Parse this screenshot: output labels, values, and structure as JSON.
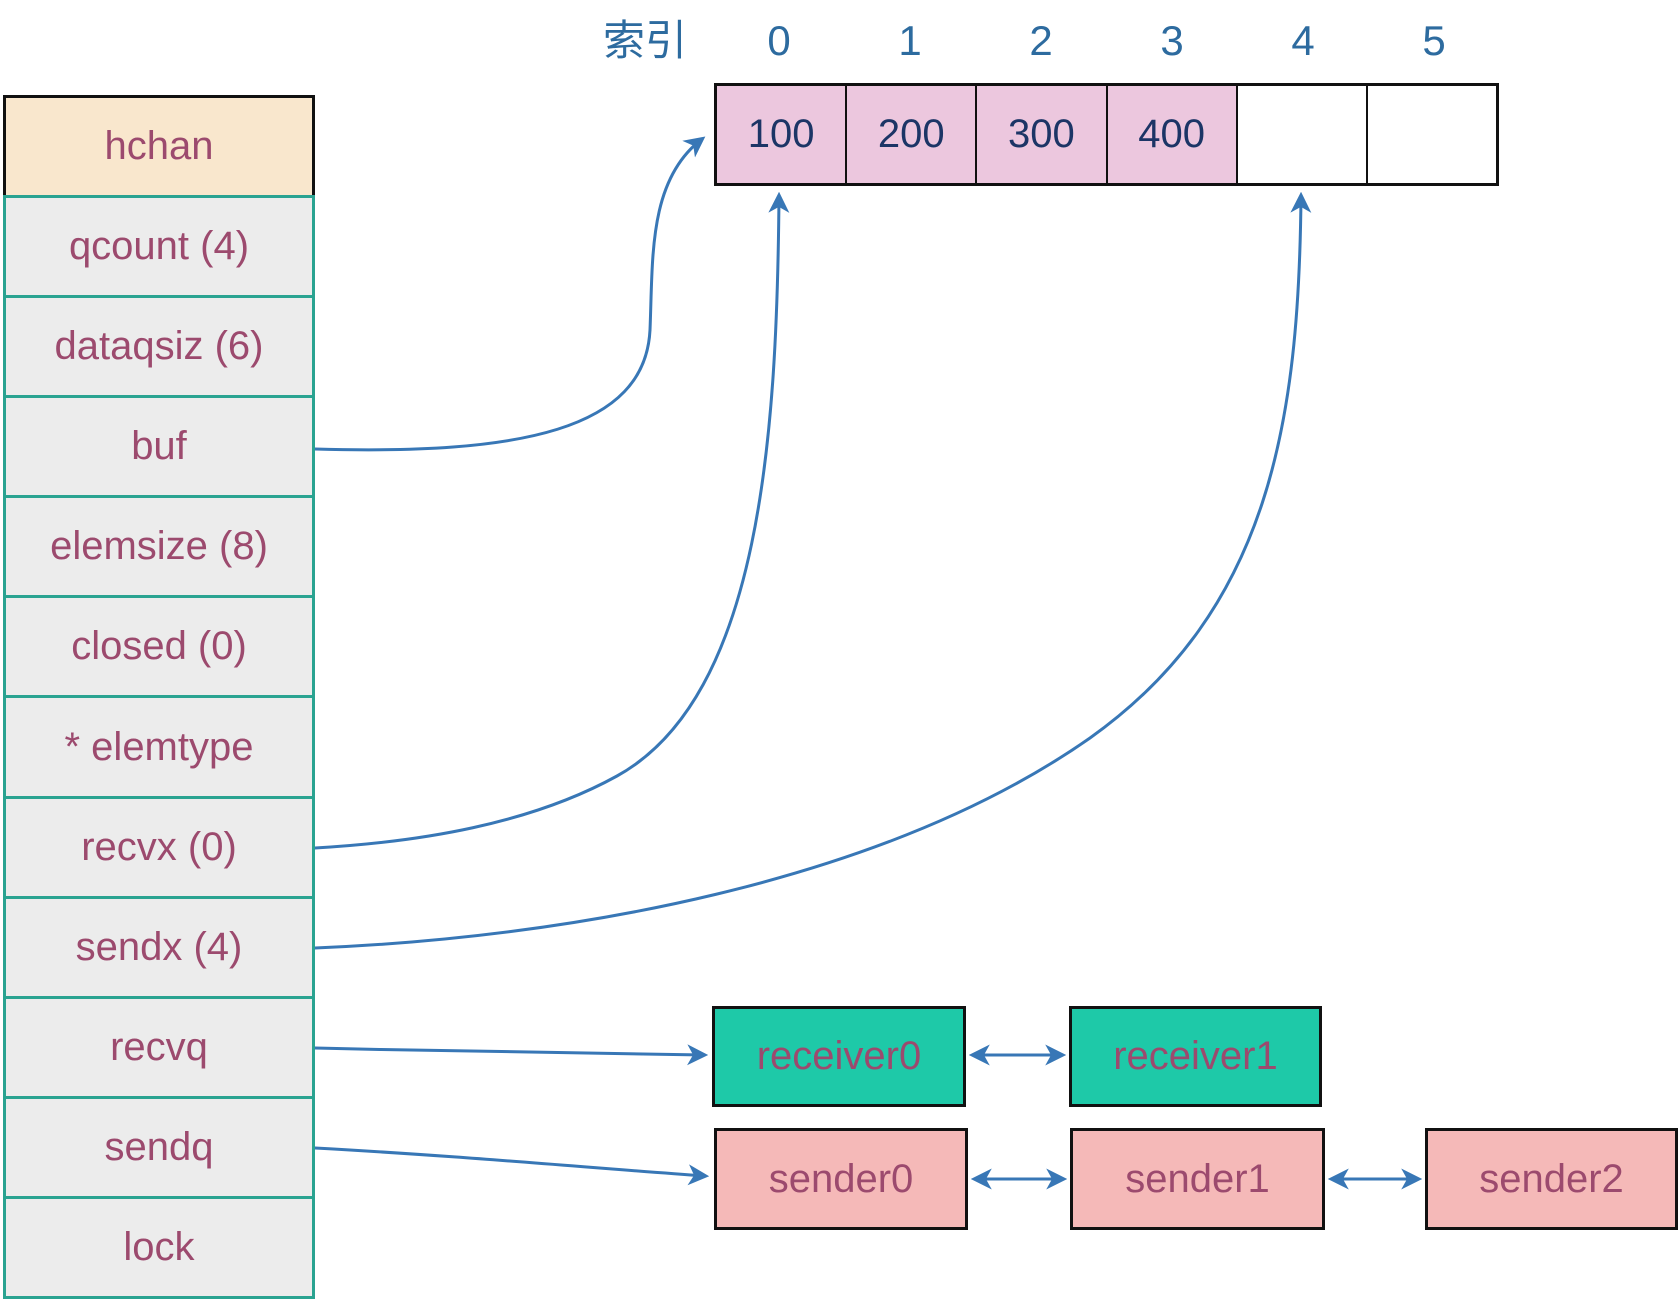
{
  "struct": {
    "title": "hchan",
    "fields": [
      "qcount (4)",
      "dataqsiz (6)",
      "buf",
      "elemsize (8)",
      "closed (0)",
      "* elemtype",
      "recvx (0)",
      "sendx (4)",
      "recvq",
      "sendq",
      "lock"
    ]
  },
  "buffer": {
    "index_title": "索引",
    "indices": [
      "0",
      "1",
      "2",
      "3",
      "4",
      "5"
    ],
    "cells": [
      {
        "value": "100"
      },
      {
        "value": "200"
      },
      {
        "value": "300"
      },
      {
        "value": "400"
      },
      {
        "value": ""
      },
      {
        "value": ""
      }
    ]
  },
  "recv_queue": {
    "items": [
      "receiver0",
      "receiver1"
    ]
  },
  "send_queue": {
    "items": [
      "sender0",
      "sender1",
      "sender2"
    ]
  },
  "colors": {
    "struct_header_fill": "#f9e7cd",
    "struct_row_fill": "#ececec",
    "struct_border": "#2aa391",
    "label_maroon": "#9c4a6e",
    "cell_filled": "#ecc7de",
    "cell_value": "#1c3566",
    "index_blue": "#2d6b9f",
    "arrow_blue": "#3877b6",
    "receiver_fill": "#1ec9a8",
    "sender_fill": "#f5b9b8",
    "box_border": "#111111"
  }
}
